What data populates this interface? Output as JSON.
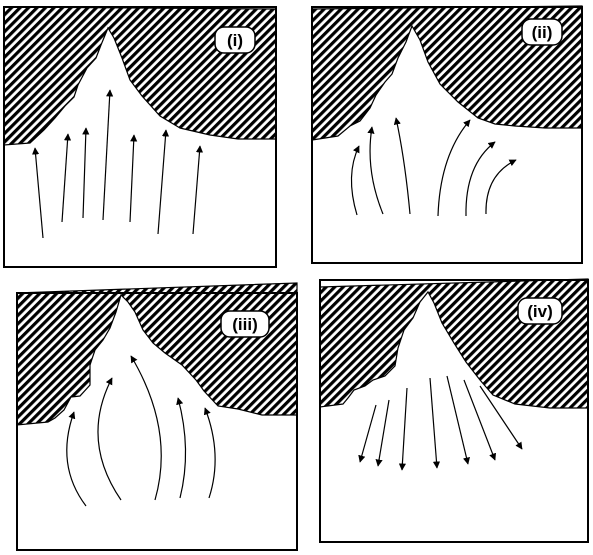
{
  "panels": [
    {
      "label": "(i)"
    },
    {
      "label": "(ii)"
    },
    {
      "label": "(iii)"
    },
    {
      "label": "(iv)"
    }
  ],
  "colors": {
    "ink": "#000000",
    "paper": "#ffffff"
  }
}
